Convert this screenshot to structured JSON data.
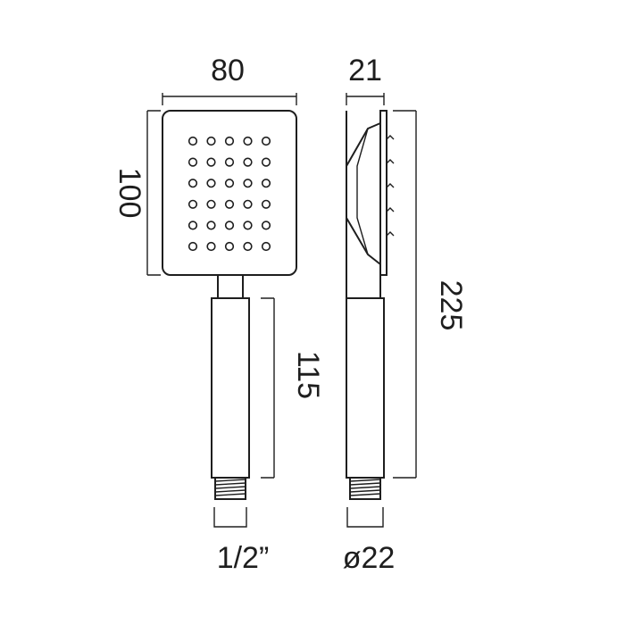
{
  "drawing": {
    "dimensions": {
      "head_width": "80",
      "head_height": "100",
      "handle_length": "115",
      "side_depth": "21",
      "overall_length": "225",
      "thread_size": "1/2”",
      "handle_diameter": "ø22"
    },
    "nozzle_grid": {
      "columns": 5,
      "rows": 6
    }
  },
  "colors": {
    "line": "#1e1e1e",
    "background": "#ffffff"
  }
}
